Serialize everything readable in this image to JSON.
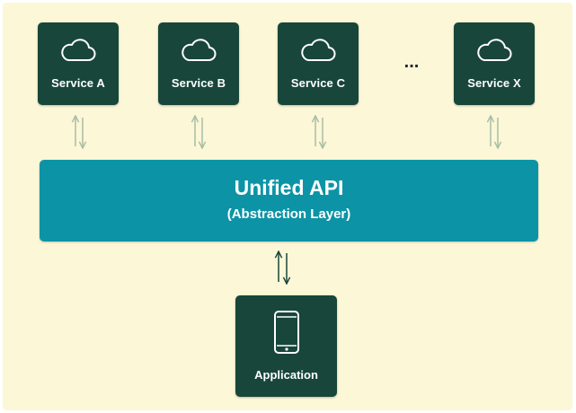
{
  "diagram": {
    "services": [
      {
        "label": "Service A",
        "icon": "cloud-icon"
      },
      {
        "label": "Service B",
        "icon": "cloud-icon"
      },
      {
        "label": "Service C",
        "icon": "cloud-icon"
      },
      {
        "label": "Service X",
        "icon": "cloud-icon"
      }
    ],
    "ellipsis": "...",
    "api": {
      "title": "Unified API",
      "subtitle": "(Abstraction Layer)"
    },
    "application": {
      "label": "Application",
      "icon": "smartphone-icon"
    },
    "colors": {
      "background": "#fbf7d7",
      "node": "#18463a",
      "api": "#0c94a6",
      "arrow_light": "#a9bda6",
      "arrow_dark": "#18463a"
    }
  }
}
